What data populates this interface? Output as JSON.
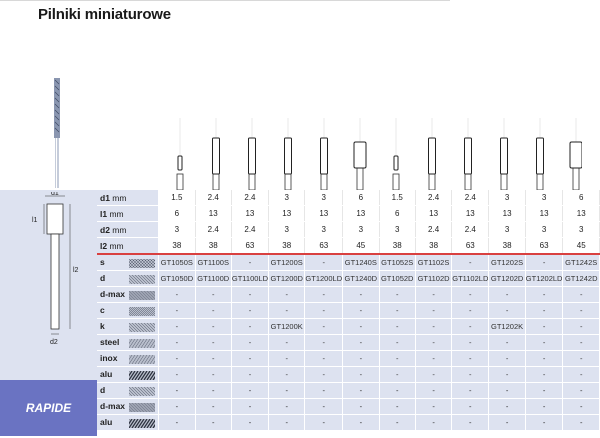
{
  "title": "Pilniki miniaturowe",
  "diagram": {
    "d1": "d1",
    "l1": "l1",
    "l2": "l2",
    "d2": "d2"
  },
  "rapide_label": "RAPIDE",
  "dim_rows": [
    {
      "sym": "d1",
      "unit": "mm",
      "values": [
        "1.5",
        "2.4",
        "2.4",
        "3",
        "3",
        "6",
        "1.5",
        "2.4",
        "2.4",
        "3",
        "3",
        "6"
      ]
    },
    {
      "sym": "l1",
      "unit": "mm",
      "values": [
        "6",
        "13",
        "13",
        "13",
        "13",
        "13",
        "6",
        "13",
        "13",
        "13",
        "13",
        "13"
      ]
    },
    {
      "sym": "d2",
      "unit": "mm",
      "values": [
        "3",
        "2.4",
        "2.4",
        "3",
        "3",
        "3",
        "3",
        "2.4",
        "2.4",
        "3",
        "3",
        "3"
      ]
    },
    {
      "sym": "l2",
      "unit": "mm",
      "values": [
        "38",
        "38",
        "63",
        "38",
        "63",
        "45",
        "38",
        "38",
        "63",
        "38",
        "63",
        "45"
      ]
    }
  ],
  "cut_rows": [
    {
      "sym": "s",
      "pattern": "cross",
      "values": [
        "GT1050S",
        "GT1100S",
        "-",
        "GT1200S",
        "-",
        "GT1240S",
        "GT1052S",
        "GT1102S",
        "-",
        "GT1202S",
        "-",
        "GT1242S"
      ]
    },
    {
      "sym": "d",
      "pattern": "diag",
      "values": [
        "GT1050D",
        "GT1100D",
        "GT1100LD",
        "GT1200D",
        "GT1200LD",
        "GT1240D",
        "GT1052D",
        "GT1102D",
        "GT1102LD",
        "GT1202D",
        "GT1202LD",
        "GT1242D"
      ]
    },
    {
      "sym": "d-max",
      "pattern": "dense",
      "values": [
        "-",
        "-",
        "-",
        "-",
        "-",
        "-",
        "-",
        "-",
        "-",
        "-",
        "-",
        "-"
      ]
    },
    {
      "sym": "c",
      "pattern": "fine",
      "values": [
        "-",
        "-",
        "-",
        "-",
        "-",
        "-",
        "-",
        "-",
        "-",
        "-",
        "-",
        "-"
      ]
    },
    {
      "sym": "k",
      "pattern": "diag",
      "values": [
        "-",
        "-",
        "-",
        "GT1200K",
        "-",
        "-",
        "-",
        "-",
        "-",
        "GT1202K",
        "-",
        "-"
      ]
    },
    {
      "sym": "steel",
      "pattern": "wave",
      "values": [
        "-",
        "-",
        "-",
        "-",
        "-",
        "-",
        "-",
        "-",
        "-",
        "-",
        "-",
        "-"
      ]
    },
    {
      "sym": "inox",
      "pattern": "wave",
      "values": [
        "-",
        "-",
        "-",
        "-",
        "-",
        "-",
        "-",
        "-",
        "-",
        "-",
        "-",
        "-"
      ]
    },
    {
      "sym": "alu",
      "pattern": "alu",
      "values": [
        "-",
        "-",
        "-",
        "-",
        "-",
        "-",
        "-",
        "-",
        "-",
        "-",
        "-",
        "-"
      ]
    }
  ],
  "rapide_rows": [
    {
      "sym": "d",
      "pattern": "diag",
      "values": [
        "-",
        "-",
        "-",
        "-",
        "-",
        "-",
        "-",
        "-",
        "-",
        "-",
        "-",
        "-"
      ]
    },
    {
      "sym": "d-max",
      "pattern": "dense",
      "values": [
        "-",
        "-",
        "-",
        "-",
        "-",
        "-",
        "-",
        "-",
        "-",
        "-",
        "-",
        "-"
      ]
    },
    {
      "sym": "alu",
      "pattern": "alu",
      "values": [
        "-",
        "-",
        "-",
        "-",
        "-",
        "-",
        "-",
        "-",
        "-",
        "-",
        "-",
        "-"
      ]
    }
  ],
  "tool_profiles": [
    "small",
    "medium",
    "medium",
    "medium",
    "medium",
    "wide",
    "small",
    "medium",
    "medium",
    "medium",
    "medium",
    "wide"
  ]
}
